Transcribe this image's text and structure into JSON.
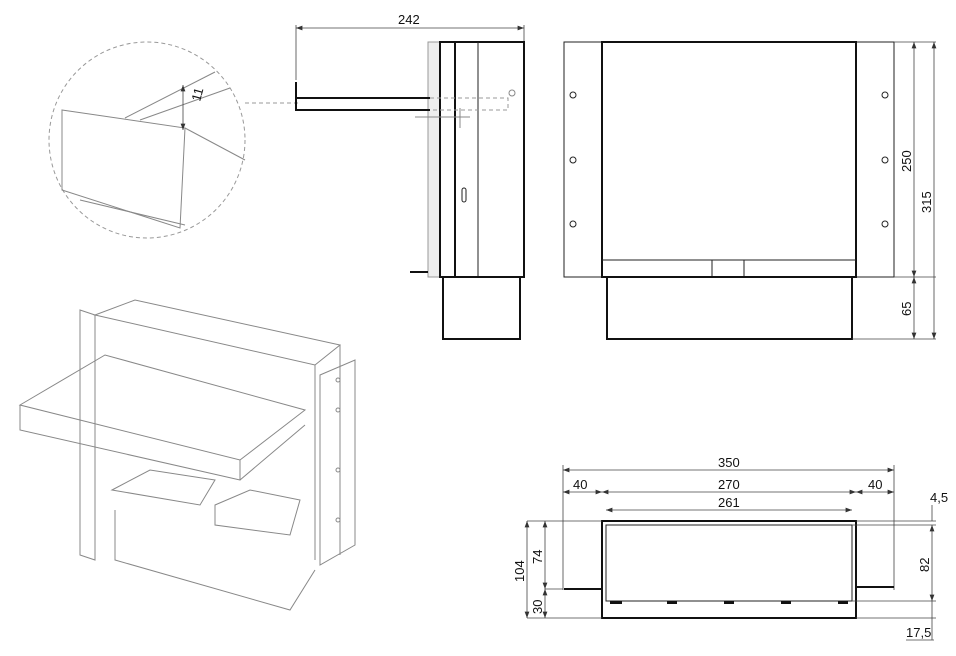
{
  "side_view": {
    "width_label": "242"
  },
  "front_view": {
    "body_height_label": "250",
    "total_height_label": "315",
    "bottom_height_label": "65"
  },
  "detail_view": {
    "flange_label": "11"
  },
  "top_view": {
    "overall_width_label": "350",
    "left_flange_label": "40",
    "body_width_label": "270",
    "right_flange_label": "40",
    "inner_width_label": "261",
    "top_offset_label": "4,5",
    "total_depth_label": "104",
    "upper_depth_label": "74",
    "lower_depth_label": "30",
    "inner_depth_label": "82",
    "bottom_offset_label": "17,5"
  }
}
